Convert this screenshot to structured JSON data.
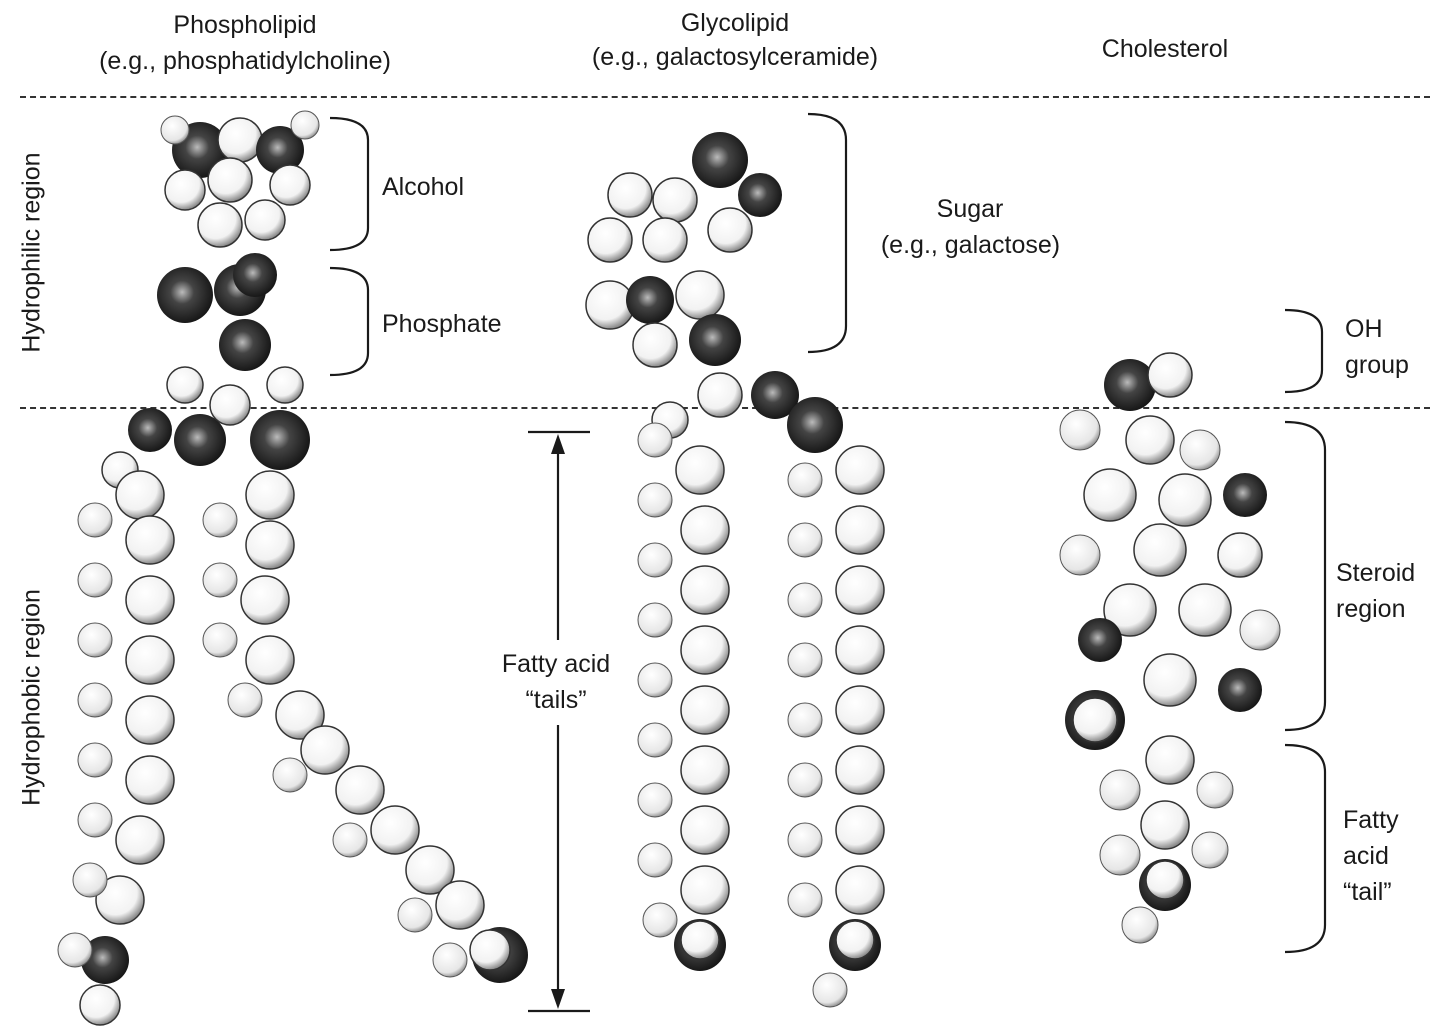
{
  "columns": {
    "phospholipid": {
      "title": "Phospholipid",
      "example": "(e.g., phosphatidylcholine)"
    },
    "glycolipid": {
      "title": "Glycolipid",
      "example": "(e.g., galactosylceramide)"
    },
    "cholesterol": {
      "title": "Cholesterol"
    }
  },
  "regions": {
    "hydrophilic": "Hydrophilic region",
    "hydrophobic": "Hydrophobic region"
  },
  "labels": {
    "alcohol": "Alcohol",
    "phosphate": "Phosphate",
    "sugar_line1": "Sugar",
    "sugar_line2": "(e.g., galactose)",
    "oh_line1": "OH",
    "oh_line2": "group",
    "fatty_tails_line1": "Fatty acid",
    "fatty_tails_line2": "“tails”",
    "steroid_line1": "Steroid",
    "steroid_line2": "region",
    "fatty_tail_line1": "Fatty",
    "fatty_tail_line2": "acid",
    "fatty_tail_line3": "“tail”"
  }
}
